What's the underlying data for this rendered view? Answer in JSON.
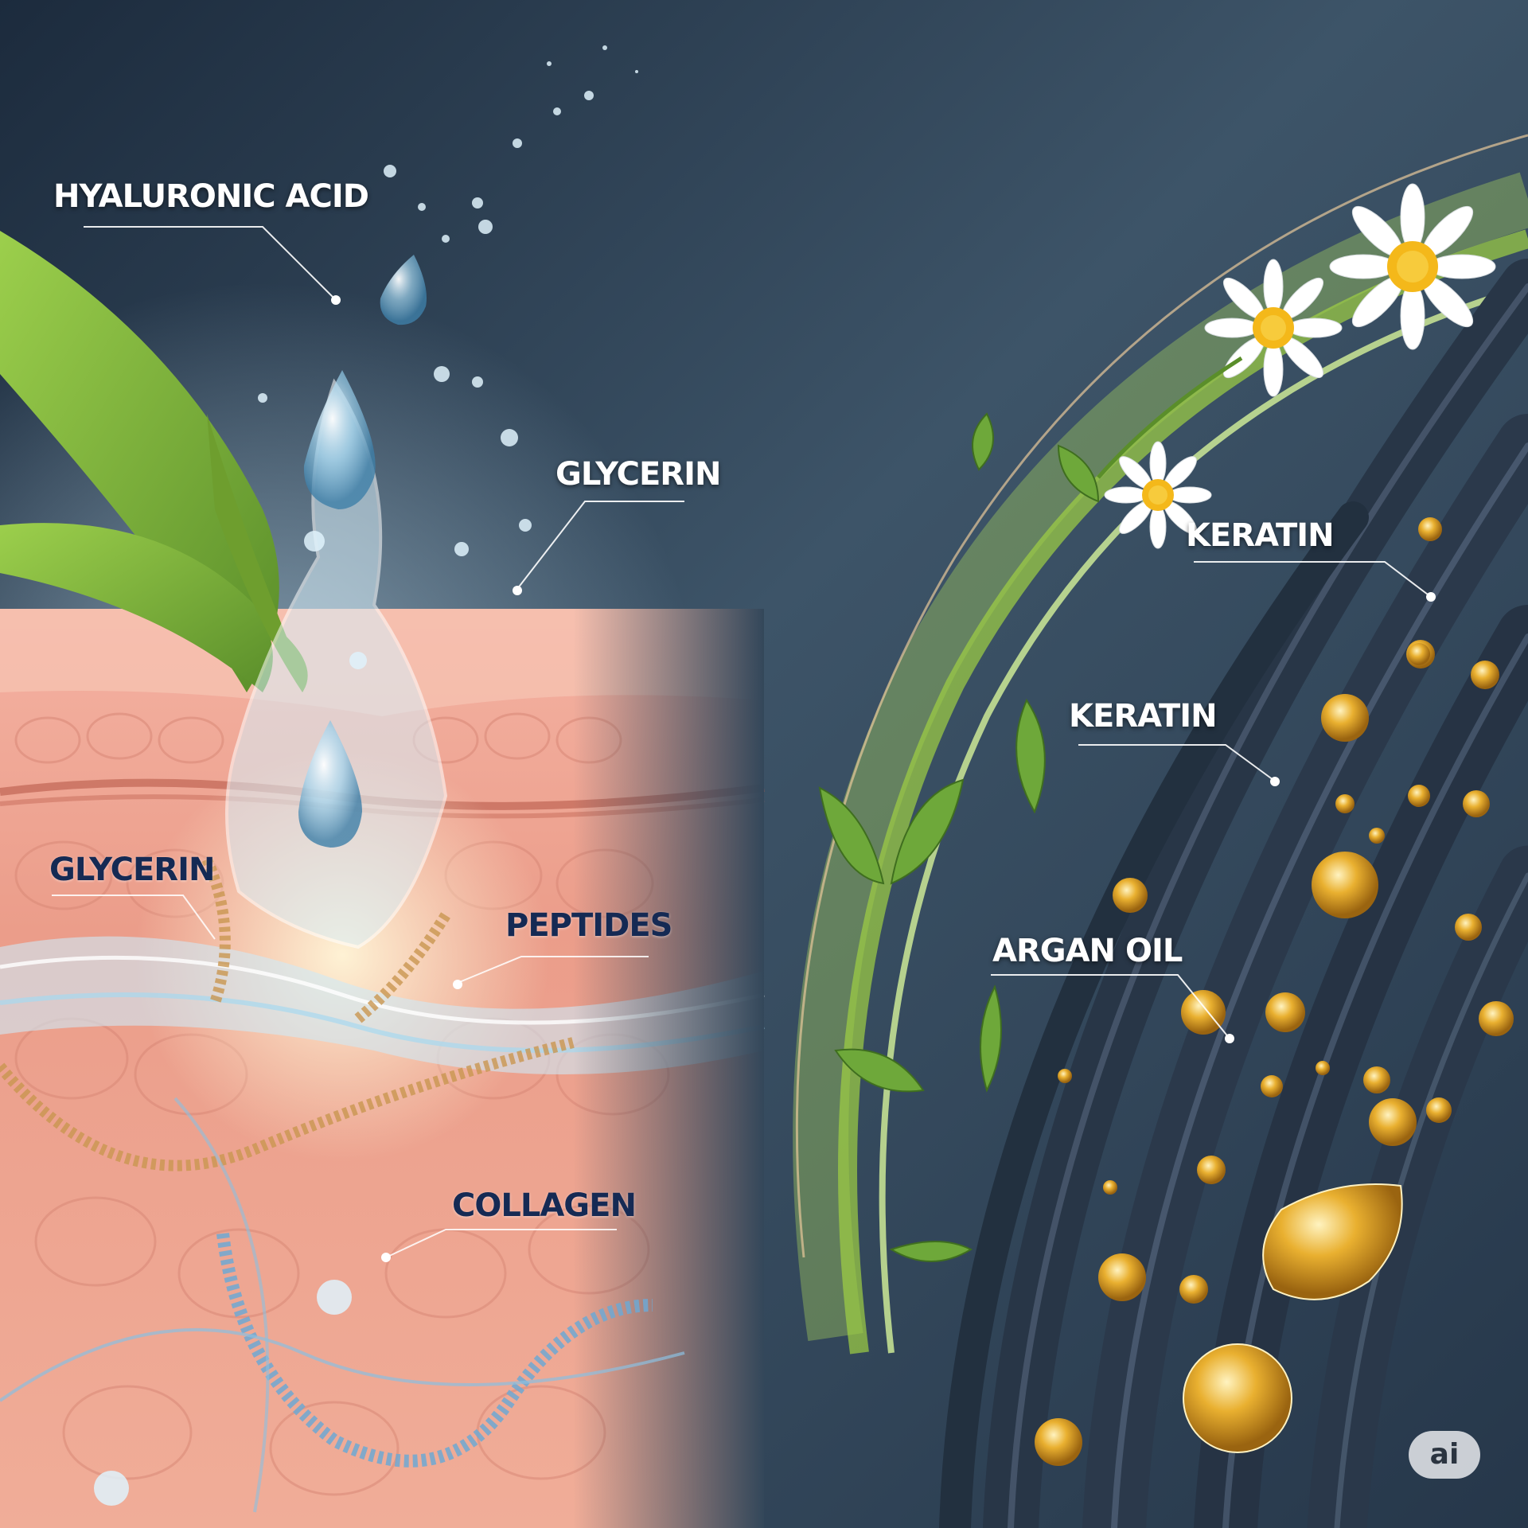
{
  "labels": {
    "hyaluronic_acid": "HYALURONIC ACID",
    "glycerin_top": "GLYCERIN",
    "glycerin_left": "GLYCERIN",
    "peptides": "PEPTIDES",
    "collagen": "COLLAGEN",
    "keratin_top": "KERATIN",
    "keratin_mid": "KERATIN",
    "argan_oil": "ARGAN OIL"
  },
  "badge": {
    "text": "ai"
  },
  "colors": {
    "background_dark": "#1f2e40",
    "skin_pink": "#f2a593",
    "aloe_green": "#7fb33a",
    "hair_strand": "#2e3b4e",
    "oil_gold": "#e8a623",
    "water_blue": "#b9e2f5",
    "label_dark": "#152a54"
  },
  "icons": [
    "aloe-leaf",
    "water-droplet",
    "chamomile-flower",
    "oil-drop",
    "hair-strand",
    "collagen-spiral"
  ]
}
